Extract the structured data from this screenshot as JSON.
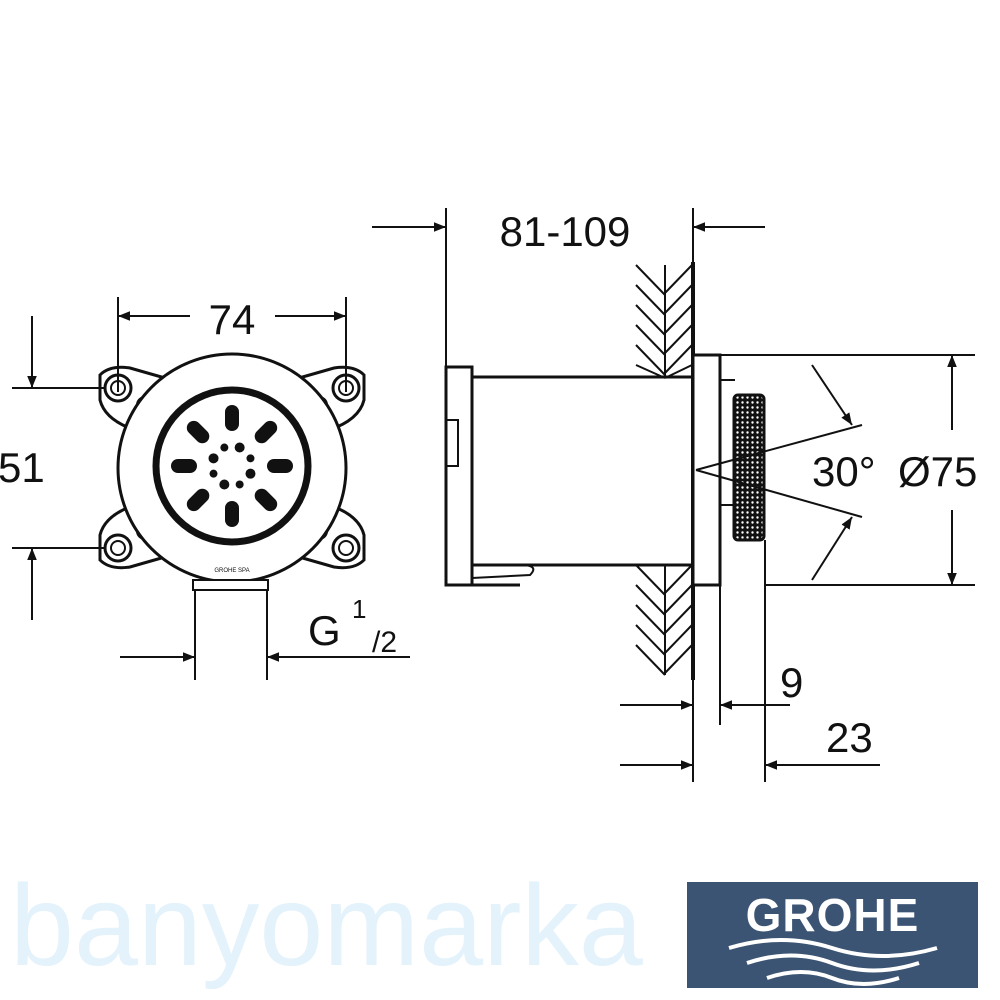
{
  "watermark": "banyomarka",
  "front_view": {
    "width_dim": "74",
    "height_dim": "51",
    "thread_prefix": "G",
    "thread_num": "1",
    "thread_den": "/2",
    "plate_text": "GROHE SPA"
  },
  "side_view": {
    "depth_dim": "81-109",
    "angle_dim": "30°",
    "diameter_dim": "Ø75",
    "flange_dim": "9",
    "projection_dim": "23"
  },
  "logo": {
    "text": "GROHE",
    "color": "#3c5473"
  }
}
